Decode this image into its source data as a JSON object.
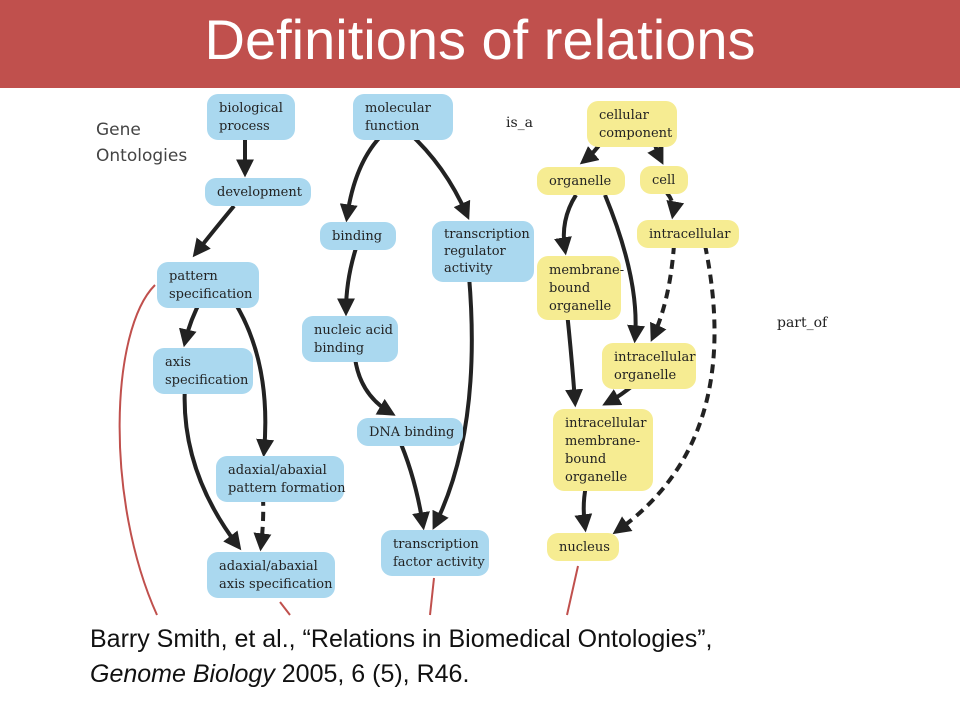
{
  "title": "Definitions of relations",
  "heading": [
    "Gene",
    "Ontologies"
  ],
  "legend": {
    "is_a": "is_a",
    "part_of": "part_of"
  },
  "colors": {
    "title_bar": "#c0504d",
    "blue_node": "#aad8ef",
    "yellow_node": "#f6ec92",
    "red_line": "#c0504d",
    "arrow": "#222222"
  },
  "nodes": [
    {
      "id": "biological-process",
      "group": "biological-process",
      "lines": [
        "biological",
        "process"
      ]
    },
    {
      "id": "development",
      "group": "biological-process",
      "lines": [
        "development"
      ]
    },
    {
      "id": "pattern-specification",
      "group": "biological-process",
      "lines": [
        "pattern",
        "specification"
      ]
    },
    {
      "id": "axis-specification",
      "group": "biological-process",
      "lines": [
        "axis",
        "specification"
      ]
    },
    {
      "id": "adaxial-abaxial-pattern-formation",
      "group": "biological-process",
      "lines": [
        "adaxial/abaxial",
        "pattern formation"
      ]
    },
    {
      "id": "adaxial-abaxial-axis-specification",
      "group": "biological-process",
      "lines": [
        "adaxial/abaxial",
        "axis specification"
      ]
    },
    {
      "id": "molecular-function",
      "group": "molecular-function",
      "lines": [
        "molecular",
        "function"
      ]
    },
    {
      "id": "binding",
      "group": "molecular-function",
      "lines": [
        "binding"
      ]
    },
    {
      "id": "transcription-regulator-activity",
      "group": "molecular-function",
      "lines": [
        "transcription",
        "regulator",
        "activity"
      ]
    },
    {
      "id": "nucleic-acid-binding",
      "group": "molecular-function",
      "lines": [
        "nucleic acid",
        "binding"
      ]
    },
    {
      "id": "dna-binding",
      "group": "molecular-function",
      "lines": [
        "DNA binding"
      ]
    },
    {
      "id": "transcription-factor-activity",
      "group": "molecular-function",
      "lines": [
        "transcription",
        "factor activity"
      ]
    },
    {
      "id": "cellular-component",
      "group": "cellular-component",
      "lines": [
        "cellular",
        "component"
      ]
    },
    {
      "id": "organelle",
      "group": "cellular-component",
      "lines": [
        "organelle"
      ]
    },
    {
      "id": "cell",
      "group": "cellular-component",
      "lines": [
        "cell"
      ]
    },
    {
      "id": "intracellular",
      "group": "cellular-component",
      "lines": [
        "intracellular"
      ]
    },
    {
      "id": "membrane-bound-organelle",
      "group": "cellular-component",
      "lines": [
        "membrane-",
        "bound",
        "organelle"
      ]
    },
    {
      "id": "intracellular-organelle",
      "group": "cellular-component",
      "lines": [
        "intracellular",
        "organelle"
      ]
    },
    {
      "id": "intracellular-membrane-bound-organelle",
      "group": "cellular-component",
      "lines": [
        "intracellular",
        "membrane-",
        "bound",
        "organelle"
      ]
    },
    {
      "id": "nucleus",
      "group": "cellular-component",
      "lines": [
        "nucleus"
      ]
    }
  ],
  "edges": [
    {
      "from": "biological-process",
      "to": "development",
      "relation": "is_a"
    },
    {
      "from": "development",
      "to": "pattern-specification",
      "relation": "is_a"
    },
    {
      "from": "pattern-specification",
      "to": "axis-specification",
      "relation": "is_a"
    },
    {
      "from": "pattern-specification",
      "to": "adaxial-abaxial-pattern-formation",
      "relation": "is_a"
    },
    {
      "from": "axis-specification",
      "to": "adaxial-abaxial-axis-specification",
      "relation": "is_a"
    },
    {
      "from": "adaxial-abaxial-pattern-formation",
      "to": "adaxial-abaxial-axis-specification",
      "relation": "part_of"
    },
    {
      "from": "molecular-function",
      "to": "binding",
      "relation": "is_a"
    },
    {
      "from": "molecular-function",
      "to": "transcription-regulator-activity",
      "relation": "is_a"
    },
    {
      "from": "binding",
      "to": "nucleic-acid-binding",
      "relation": "is_a"
    },
    {
      "from": "nucleic-acid-binding",
      "to": "dna-binding",
      "relation": "is_a"
    },
    {
      "from": "dna-binding",
      "to": "transcription-factor-activity",
      "relation": "is_a"
    },
    {
      "from": "transcription-regulator-activity",
      "to": "transcription-factor-activity",
      "relation": "is_a"
    },
    {
      "from": "cellular-component",
      "to": "organelle",
      "relation": "is_a"
    },
    {
      "from": "cellular-component",
      "to": "cell",
      "relation": "is_a"
    },
    {
      "from": "cell",
      "to": "intracellular",
      "relation": "part_of"
    },
    {
      "from": "organelle",
      "to": "membrane-bound-organelle",
      "relation": "is_a"
    },
    {
      "from": "organelle",
      "to": "intracellular-organelle",
      "relation": "is_a"
    },
    {
      "from": "intracellular",
      "to": "intracellular-organelle",
      "relation": "part_of"
    },
    {
      "from": "membrane-bound-organelle",
      "to": "intracellular-membrane-bound-organelle",
      "relation": "is_a"
    },
    {
      "from": "intracellular-organelle",
      "to": "intracellular-membrane-bound-organelle",
      "relation": "is_a"
    },
    {
      "from": "intracellular-membrane-bound-organelle",
      "to": "nucleus",
      "relation": "is_a"
    },
    {
      "from": "intracellular",
      "to": "nucleus",
      "relation": "part_of"
    }
  ],
  "citation": {
    "line1": "Barry Smith, et al., “Relations in Biomedical Ontologies”,",
    "journal": "Genome Biology",
    "rest": " 2005, 6 (5), R46."
  }
}
